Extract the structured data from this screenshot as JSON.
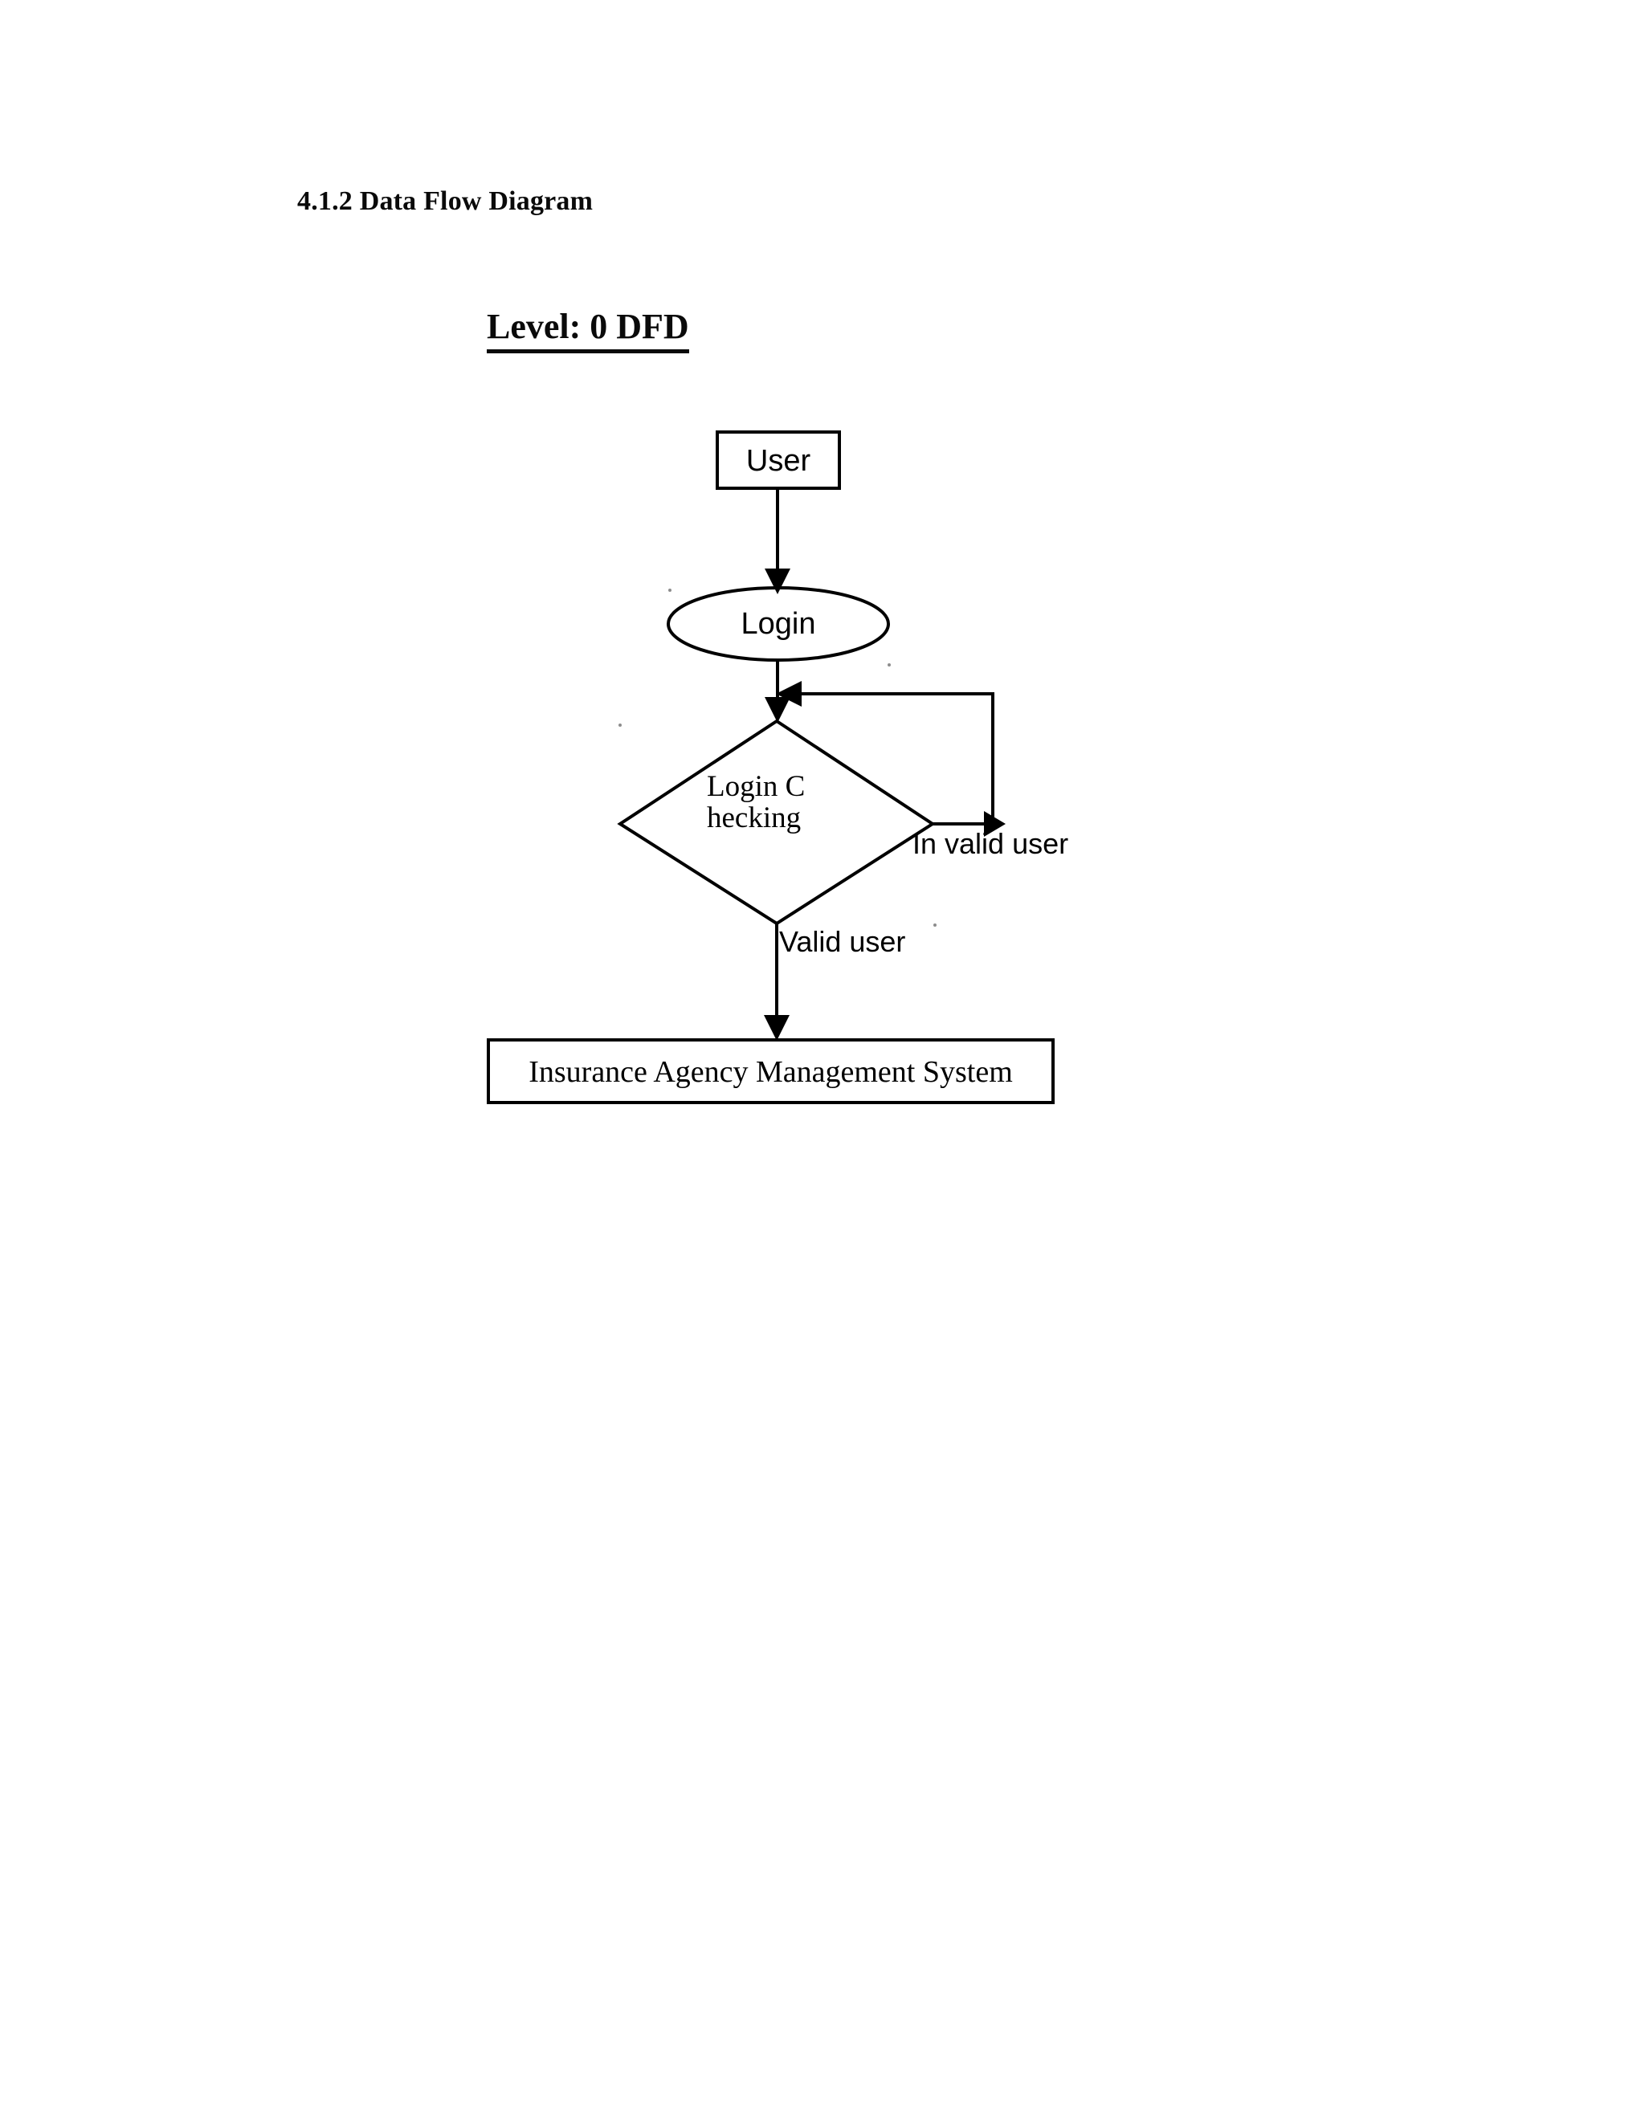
{
  "document": {
    "section_number": "4.1.2",
    "section_title": "Data Flow Diagram",
    "section_heading": "4.1.2  Data Flow Diagram",
    "level_heading": "Level: 0 DFD"
  },
  "diagram": {
    "type": "data-flow-diagram",
    "level": "0",
    "nodes": [
      {
        "id": "user",
        "shape": "rectangle",
        "label": "User"
      },
      {
        "id": "login",
        "shape": "ellipse",
        "label": "Login"
      },
      {
        "id": "checking",
        "shape": "diamond",
        "label": "Login Checking"
      },
      {
        "id": "system",
        "shape": "rectangle",
        "label": "Insurance Agency Management System"
      }
    ],
    "edges": [
      {
        "from": "user",
        "to": "login",
        "label": ""
      },
      {
        "from": "login",
        "to": "checking",
        "label": ""
      },
      {
        "from": "checking",
        "to": "login_retry",
        "label": "In valid user"
      },
      {
        "from": "checking",
        "to": "system",
        "label": "Valid user"
      }
    ],
    "labels": {
      "invalid_user": "In valid user",
      "valid_user": "Valid user"
    }
  },
  "colors": {
    "ink": "#000000",
    "paper": "#ffffff",
    "speckle": "#8d8d8d"
  }
}
